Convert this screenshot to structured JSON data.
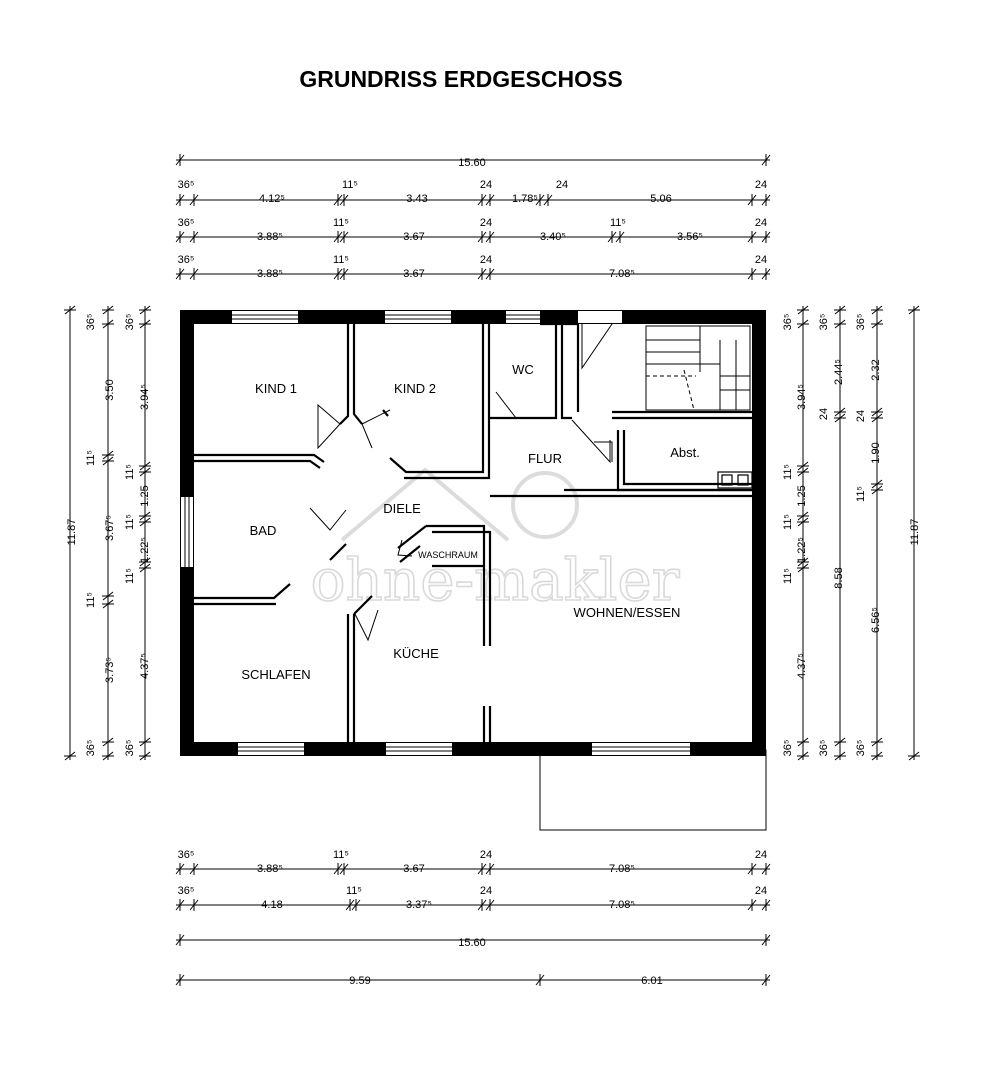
{
  "title": "GRUNDRISS ERDGESCHOSS",
  "rooms": {
    "kind1": "KIND 1",
    "kind2": "KIND 2",
    "wc": "WC",
    "flur": "FLUR",
    "abst": "Abst.",
    "diele": "DIELE",
    "bad": "BAD",
    "waschraum": "WASCHRAUM",
    "wohnen": "WOHNEN/ESSEN",
    "kueche": "KÜCHE",
    "schlafen": "SCHLAFEN"
  },
  "watermark": "ohne-makler",
  "dimensions": {
    "top_total": "15.60",
    "top_row1": [
      "36⁵",
      "4.12⁵",
      "11⁵",
      "3.43",
      "24",
      "1.78⁵",
      "24",
      "5.06",
      "24"
    ],
    "top_row2": [
      "36⁵",
      "3.88⁵",
      "11⁵",
      "3.67",
      "24",
      "3.40⁵",
      "11⁵",
      "3.56⁵",
      "24"
    ],
    "top_row3": [
      "36⁵",
      "3.88⁵",
      "11⁵",
      "3.67",
      "24",
      "7.08⁵",
      "24"
    ],
    "bottom_row1": [
      "36⁵",
      "3.88⁵",
      "11⁵",
      "3.67",
      "24",
      "7.08⁵",
      "24"
    ],
    "bottom_row2": [
      "36⁵",
      "4.18",
      "11⁵",
      "3.37⁵",
      "24",
      "7.08⁵",
      "24"
    ],
    "bottom_total": "15.60",
    "bottom_split": [
      "9.59",
      "6.01"
    ],
    "left_total": "11.87",
    "left_inner": [
      "36⁵",
      "3.50",
      "11⁵",
      "3.67⁵",
      "11⁵",
      "3.73⁵",
      "36⁵"
    ],
    "left_outer": [
      "36⁵",
      "3.94⁵",
      "11⁵",
      "1.25",
      "11⁵",
      "1.22⁵",
      "11⁵",
      "4.37⁵",
      "36⁵"
    ],
    "right_inner": [
      "36⁵",
      "3.94⁵",
      "11⁵",
      "1.25",
      "11⁵",
      "1.22⁵",
      "11⁵",
      "4.37⁵",
      "36⁵"
    ],
    "right_mid": [
      "36⁵",
      "2.44⁵",
      "24",
      "8.58",
      "36⁵"
    ],
    "right_outer": [
      "36⁵",
      "2.32",
      "24",
      "1.90",
      "11⁵",
      "6.56⁵",
      "36⁵"
    ],
    "right_total": "11.87"
  }
}
